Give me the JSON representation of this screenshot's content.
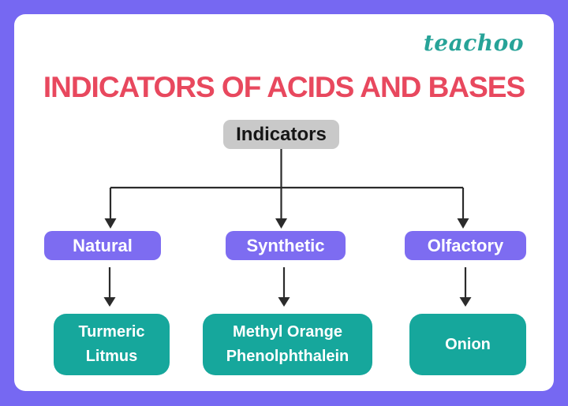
{
  "brand": {
    "logo_text": "teachoo"
  },
  "title": {
    "text": "INDICATORS OF ACIDS AND BASES"
  },
  "diagram": {
    "root_label": "Indicators",
    "branches": [
      {
        "category": "Natural",
        "items": [
          "Turmeric",
          "Litmus"
        ]
      },
      {
        "category": "Synthetic",
        "items": [
          "Methyl Orange",
          "Phenolphthalein"
        ]
      },
      {
        "category": "Olfactory",
        "items": [
          "Onion"
        ]
      }
    ]
  },
  "colors": {
    "frame_purple": "#7668f2",
    "category_box_purple": "#7d6cf1",
    "leaf_box_teal": "#16a79c",
    "root_box_gray": "#c9c9c9",
    "title_red": "#e8485e",
    "logo_teal": "#27a398",
    "connector_line": "#2b2b2b"
  }
}
